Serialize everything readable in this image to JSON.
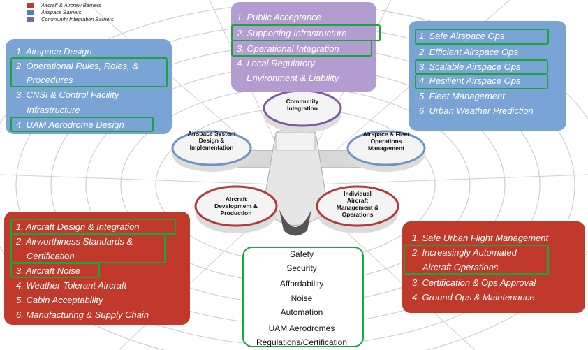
{
  "legend": [
    {
      "label": "Aircraft & Aircrew Barriers",
      "color": "#c0392b"
    },
    {
      "label": "Airspace Barriers",
      "color": "#4f81bd"
    },
    {
      "label": "Community Integration Barriers",
      "color": "#8064a2"
    }
  ],
  "panels": {
    "airspace": {
      "color": "#7aa3d6",
      "items": [
        "1. Airspace Design",
        "2. Operational Rules, Roles, &",
        "Procedures",
        "3. CNSI & Control Facility",
        "Infrastructure",
        "4. UAM Aerodrome Design"
      ]
    },
    "community": {
      "color": "#b39cd0",
      "items": [
        "1. Public Acceptance",
        "2. Supporting Infrastructure",
        "3. Operational Integration",
        "4. Local Regulatory",
        "Environment & Liability"
      ]
    },
    "fleet": {
      "color": "#7aa3d6",
      "items": [
        "1. Safe Airspace Ops",
        "2. Efficient Airspace Ops",
        "3. Scalable Airspace Ops",
        "4. Resilient Airspace Ops",
        "5. Fleet Management",
        "6. Urban Weather Prediction"
      ]
    },
    "aircraft": {
      "color": "#c0392b",
      "items": [
        "1. Aircraft Design & Integration",
        "2. Airworthiness Standards &",
        "Certification",
        "3. Aircraft Noise",
        "4. Weather-Tolerant Aircraft",
        "5. Cabin Acceptability",
        "6. Manufacturing & Supply Chain"
      ]
    },
    "operations": {
      "color": "#c0392b",
      "items": [
        "1. Safe Urban Flight Management",
        "2. Increasingly Automated",
        "Aircraft Operations",
        "3. Certification & Ops Approval",
        "4. Ground Ops & Maintenance"
      ]
    }
  },
  "discs": {
    "community": [
      "Community",
      "Integration"
    ],
    "airspace": [
      "Airspace System",
      "Design &",
      "Implementation"
    ],
    "fleet": [
      "Airspace & Fleet",
      "Operations",
      "Management"
    ],
    "aircraft": [
      "Aircraft",
      "Development &",
      "Production"
    ],
    "individual": [
      "Individual",
      "Aircraft",
      "Management &",
      "Operations"
    ]
  },
  "center_items": [
    "Safety",
    "Security",
    "Affordability",
    "Noise",
    "Automation",
    "UAM Aerodromes",
    "Regulations/Certification"
  ],
  "colors": {
    "highlight": "#16a83a",
    "red": "#c0392b",
    "blue": "#7aa3d6",
    "purple": "#b39cd0"
  }
}
